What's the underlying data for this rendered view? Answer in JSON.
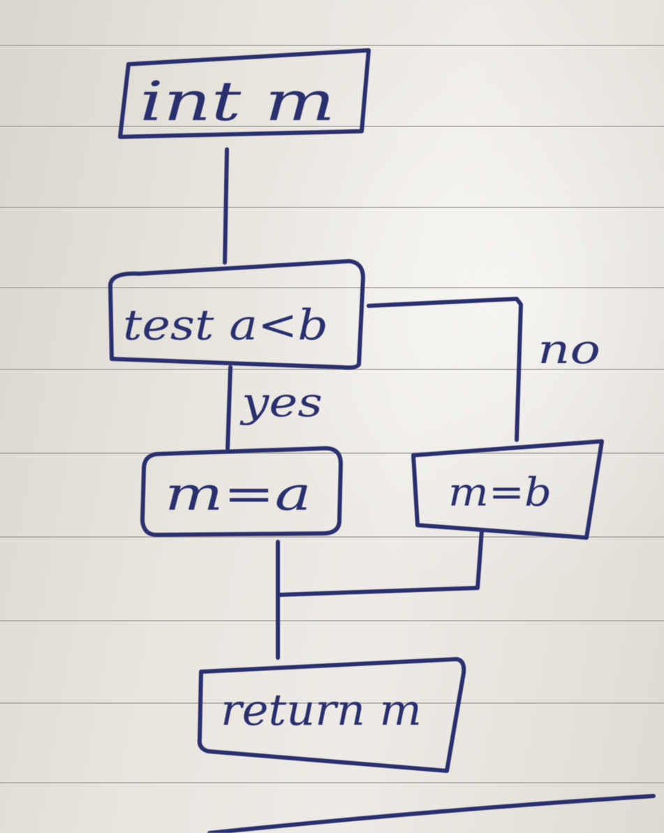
{
  "flowchart": {
    "nodes": {
      "declare": {
        "label": "int  m"
      },
      "test": {
        "label": "test a<b"
      },
      "assign_a": {
        "label": "m=a"
      },
      "assign_b": {
        "label": "m=b"
      },
      "return": {
        "label": "return m"
      }
    },
    "edges": {
      "yes_label": "yes",
      "no_label": "no"
    }
  },
  "colors": {
    "ink": "#2a2f6e",
    "paper": "#e9e6e0",
    "ruled_line": "#a9a7a3"
  }
}
